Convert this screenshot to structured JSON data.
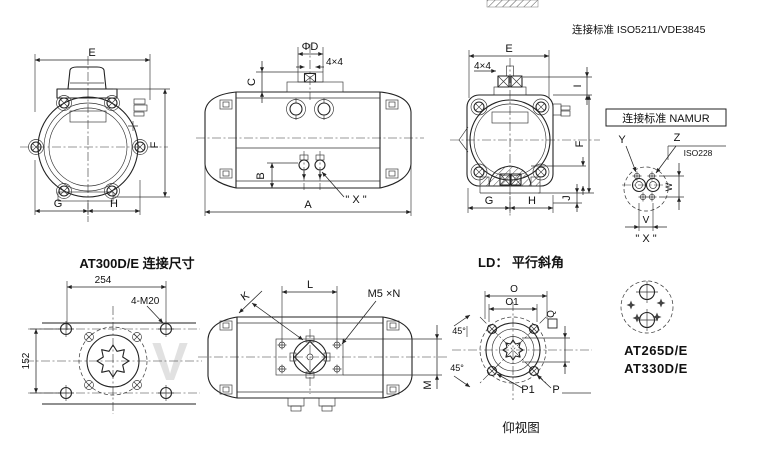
{
  "colors": {
    "background": "#ffffff",
    "line": "#222222",
    "watermark": "#c9c9c9"
  },
  "drawing": {
    "standard_note": "连接标准 ISO5211/VDE3845",
    "front_view_left": {
      "dim_e": "E",
      "dim_f": "F",
      "dim_g": "G",
      "dim_h": "H"
    },
    "side_view": {
      "dim_phi_d": "ΦD",
      "dim_4x4": "4×4",
      "dim_c": "C",
      "dim_b": "B",
      "dim_a": "A",
      "port_label": "\" X \""
    },
    "front_view_right": {
      "dim_e": "E",
      "dim_4x4": "4×4",
      "dim_i": "I",
      "dim_f": "F",
      "dim_g": "G",
      "dim_h": "H",
      "dim_j": "J"
    },
    "namur_detail": {
      "title": "连接标准 NAMUR",
      "dim_y": "Y",
      "dim_z": "Z",
      "thread_note": "ISO228",
      "dim_w": "W",
      "dim_v": "V",
      "port_label": "\" X \""
    },
    "at300_view": {
      "title": "AT300D/E 连接尺寸",
      "dim_width": "254",
      "bolt_note": "4-M20",
      "dim_height": "152",
      "watermark": "V"
    },
    "bottom_view_side": {
      "dim_k": "K",
      "dim_l": "L",
      "thread_note": "M5 ×N",
      "dim_m": "M"
    },
    "ld_view": {
      "title": "LD： 平行斜角",
      "dim_o": "O",
      "dim_o1": "O1",
      "dim_q": "Q",
      "angle_top": "45°",
      "angle_bottom": "45°",
      "dim_p1": "P1",
      "dim_p": "P",
      "caption": "仰视图"
    },
    "models_label": {
      "line1": "AT265D/E",
      "line2": "AT330D/E"
    }
  }
}
